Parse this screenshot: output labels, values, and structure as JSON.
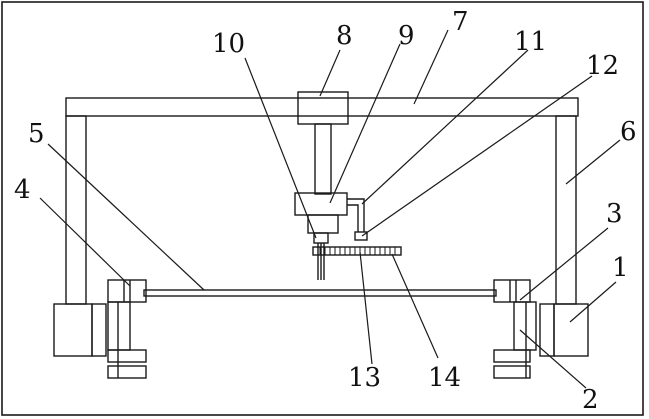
{
  "figure": {
    "labels": [
      {
        "id": "1",
        "text": "1"
      },
      {
        "id": "2",
        "text": "2"
      },
      {
        "id": "3",
        "text": "3"
      },
      {
        "id": "4",
        "text": "4"
      },
      {
        "id": "5",
        "text": "5"
      },
      {
        "id": "6",
        "text": "6"
      },
      {
        "id": "7",
        "text": "7"
      },
      {
        "id": "8",
        "text": "8"
      },
      {
        "id": "9",
        "text": "9"
      },
      {
        "id": "10",
        "text": "10"
      },
      {
        "id": "11",
        "text": "11"
      },
      {
        "id": "12",
        "text": "12"
      },
      {
        "id": "13",
        "text": "13"
      },
      {
        "id": "14",
        "text": "14"
      }
    ],
    "colors": {
      "line": "#1a1a1a",
      "background": "#ffffff"
    }
  }
}
